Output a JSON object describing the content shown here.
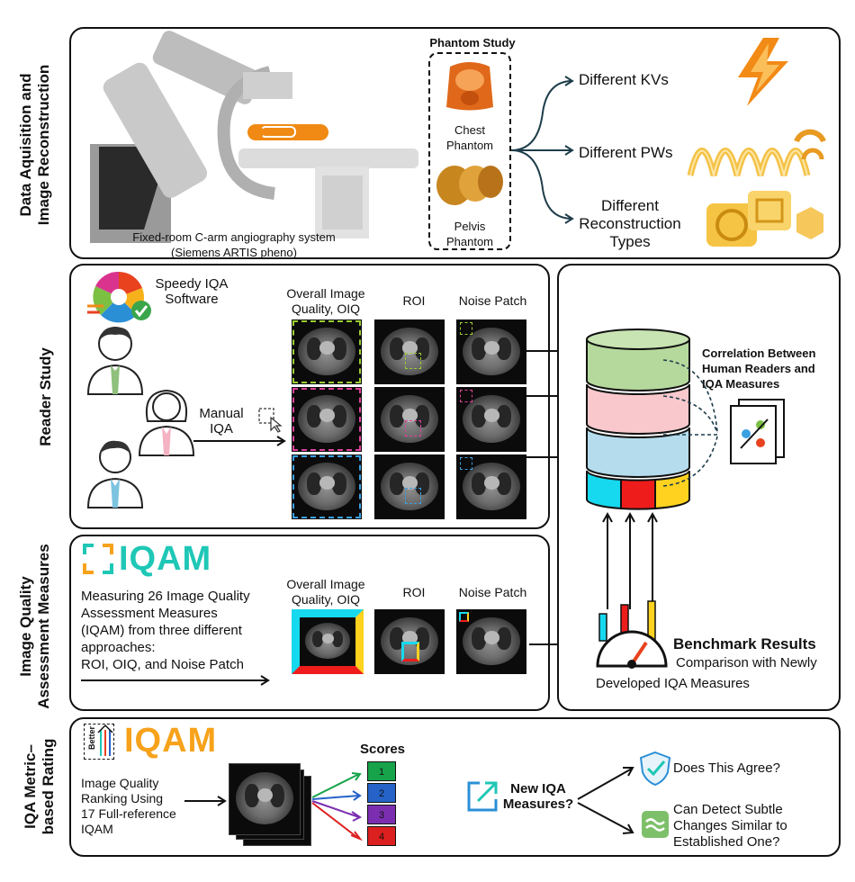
{
  "sections": {
    "acquisition": {
      "label_line1": "Data Aquisition and",
      "label_line2": "Image Reconstruction",
      "system_caption_line1": "Fixed-room C-arm angiography system",
      "system_caption_line2": "(Siemens ARTIS pheno)",
      "phantom_title": "Phantom Study",
      "chest_phantom_line1": "Chest",
      "chest_phantom_line2": "Phantom",
      "pelvis_phantom_line1": "Pelvis",
      "pelvis_phantom_line2": "Phantom",
      "variations": [
        "Different KVs",
        "Different PWs"
      ],
      "recon_line1": "Different",
      "recon_line2": "Reconstruction",
      "recon_line3": "Types"
    },
    "reader": {
      "label": "Reader Study",
      "software_line1": "Speedy IQA",
      "software_line2": "Software",
      "manual_line1": "Manual",
      "manual_line2": "IQA",
      "col_oiq_line1": "Overall Image",
      "col_oiq_line2": "Quality, OIQ",
      "col_roi": "ROI",
      "col_noise": "Noise Patch"
    },
    "iqam": {
      "label_line1": "Image Quality",
      "label_line2": "Assessment Measures",
      "logo_text": "IQAM",
      "desc_lines": [
        "Measuring 26 Image Quality",
        "Assessment Measures",
        "(IQAM) from three different",
        "approaches:",
        "ROI, OIQ, and Noise Patch"
      ],
      "col_oiq_line1": "Overall Image",
      "col_oiq_line2": "Quality, OIQ",
      "col_roi": "ROI",
      "col_noise": "Noise Patch"
    },
    "results": {
      "correlation_line1": "Correlation Between",
      "correlation_line2": "Human Readers and",
      "correlation_line3": "IQA Measures",
      "benchmark_title": "Benchmark Results",
      "benchmark_line1": "Comparison with Newly",
      "benchmark_line2": "Developed IQA Measures"
    },
    "rating": {
      "label_line1": "IQA Metric–",
      "label_line2": "based Rating",
      "better_label": "Better",
      "logo_text": "IQAM",
      "ranking_lines": [
        "Image Quality",
        "Ranking Using",
        "17 Full-reference",
        "IQAM"
      ],
      "scores_title": "Scores",
      "scores": [
        "1",
        "2",
        "3",
        "4"
      ],
      "score_colors": [
        "#16a34a",
        "#2563c9",
        "#7b2fb0",
        "#dc1f1f"
      ],
      "new_iqa_line1": "New IQA",
      "new_iqa_line2": "Measures?",
      "agree": "Does This Agree?",
      "detect_line1": "Can Detect Subtle",
      "detect_line2": "Changes Similar to",
      "detect_line3": "Established One?"
    }
  },
  "colors": {
    "db_green": "#b5d99c",
    "db_pink": "#f8c8cc",
    "db_blue": "#b4dcec",
    "db_cyan": "#16d9ef",
    "db_red": "#ef1c1c",
    "db_yellow": "#ffd21f",
    "iqam_teal": "#1fc7b6",
    "iqam_orange": "#f7a21b"
  },
  "icons": [
    "c-arm-scanner-icon",
    "chest-phantom-icon",
    "pelvis-phantom-icon",
    "lightning-icon",
    "pulse-wave-icon",
    "reconstruction-chip-icon",
    "speedy-iqa-logo-icon",
    "reader-person-icon",
    "database-cylinder-icon",
    "correlation-document-icon",
    "gauge-icon",
    "shield-check-icon",
    "wave-icon",
    "external-link-icon"
  ]
}
